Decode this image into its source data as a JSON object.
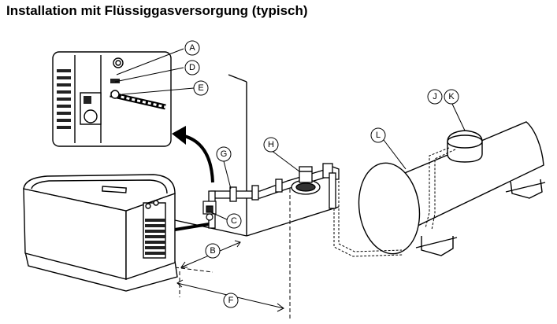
{
  "title": "Installation mit Flüssiggasversorgung (typisch)",
  "callouts": {
    "A": "A",
    "B": "B",
    "C": "C",
    "D": "D",
    "E": "E",
    "F": "F",
    "G": "G",
    "H": "H",
    "J": "J",
    "K": "K",
    "L": "L"
  }
}
